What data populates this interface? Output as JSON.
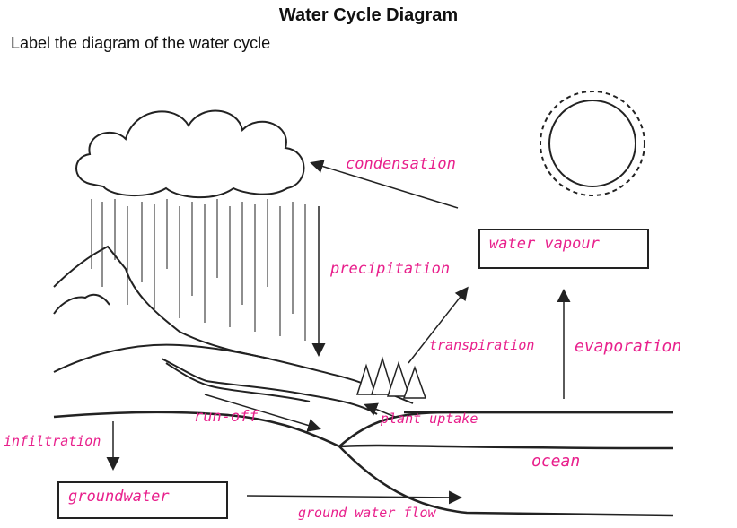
{
  "header": {
    "title": "Water Cycle Diagram",
    "instruction": "Label the diagram of the water cycle"
  },
  "labels": {
    "condensation": "condensation",
    "water_vapour": "water vapour",
    "precipitation": "precipitation",
    "transpiration": "transpiration",
    "evaporation": "evaporation",
    "run_off": "run-off",
    "plant_uptake": "plant uptake",
    "infiltration": "infiltration",
    "ocean": "ocean",
    "groundwater": "groundwater",
    "groundwater_flow": "ground water flow"
  },
  "colors": {
    "handwriting": "#e8208c",
    "line": "#222222"
  },
  "icons": [
    "cloud-icon",
    "sun-icon",
    "mountain-icon",
    "trees-icon"
  ]
}
